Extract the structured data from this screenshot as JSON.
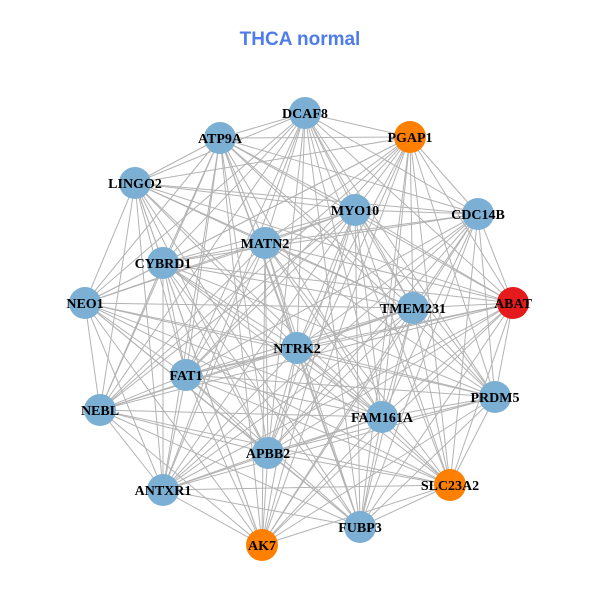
{
  "title": "THCA normal",
  "colors": {
    "default": "#7BAFD4",
    "red": "#E41A1C",
    "orange": "#FF7F00",
    "edge": "#B3B3B3"
  },
  "nodes": [
    {
      "id": "DCAF8",
      "color": "default"
    },
    {
      "id": "ATP9A",
      "color": "default"
    },
    {
      "id": "PGAP1",
      "color": "orange"
    },
    {
      "id": "LINGO2",
      "color": "default"
    },
    {
      "id": "MYO10",
      "color": "default"
    },
    {
      "id": "CDC14B",
      "color": "default"
    },
    {
      "id": "MATN2",
      "color": "default"
    },
    {
      "id": "CYBRD1",
      "color": "default"
    },
    {
      "id": "NEO1",
      "color": "default"
    },
    {
      "id": "TMEM231",
      "color": "default"
    },
    {
      "id": "ABAT",
      "color": "red"
    },
    {
      "id": "NTRK2",
      "color": "default"
    },
    {
      "id": "FAT1",
      "color": "default"
    },
    {
      "id": "PRDM5",
      "color": "default"
    },
    {
      "id": "NEBL",
      "color": "default"
    },
    {
      "id": "FAM161A",
      "color": "default"
    },
    {
      "id": "APBB2",
      "color": "default"
    },
    {
      "id": "SLC23A2",
      "color": "orange"
    },
    {
      "id": "ANTXR1",
      "color": "default"
    },
    {
      "id": "FUBP3",
      "color": "default"
    },
    {
      "id": "AK7",
      "color": "orange"
    }
  ],
  "missing_edges": [
    [
      "NEO1",
      "ABAT"
    ],
    [
      "AK7",
      "DCAF8"
    ],
    [
      "NEBL",
      "PRDM5"
    ],
    [
      "LINGO2",
      "SLC23A2"
    ],
    [
      "ANTXR1",
      "PGAP1"
    ],
    [
      "AK7",
      "FUBP3"
    ],
    [
      "NEO1",
      "CDC14B"
    ],
    [
      "NEBL",
      "CDC14B"
    ],
    [
      "ATP9A",
      "SLC23A2"
    ],
    [
      "LINGO2",
      "PRDM5"
    ]
  ]
}
